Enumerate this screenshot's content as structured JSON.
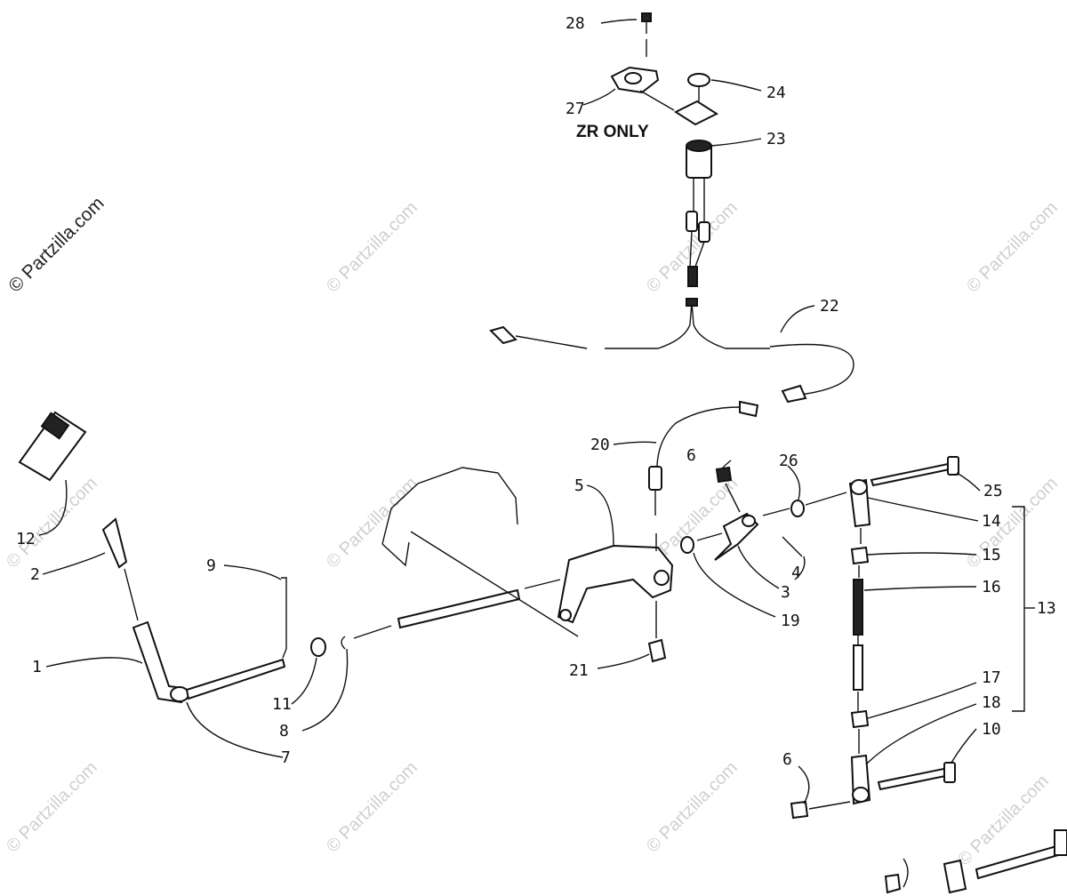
{
  "watermark": {
    "text": "© Partzilla.com"
  },
  "notes": {
    "zr_only": "ZR ONLY"
  },
  "callouts": {
    "c1": "1",
    "c2": "2",
    "c3": "3",
    "c4": "4",
    "c5": "5",
    "c6a": "6",
    "c6b": "6",
    "c7": "7",
    "c8": "8",
    "c9": "9",
    "c10": "10",
    "c11": "11",
    "c12": "12",
    "c13": "13",
    "c14": "14",
    "c15": "15",
    "c16": "16",
    "c17": "17",
    "c18": "18",
    "c19": "19",
    "c20": "20",
    "c21": "21",
    "c22": "22",
    "c23": "23",
    "c24": "24",
    "c25": "25",
    "c26": "26",
    "c27": "27",
    "c28": "28"
  }
}
